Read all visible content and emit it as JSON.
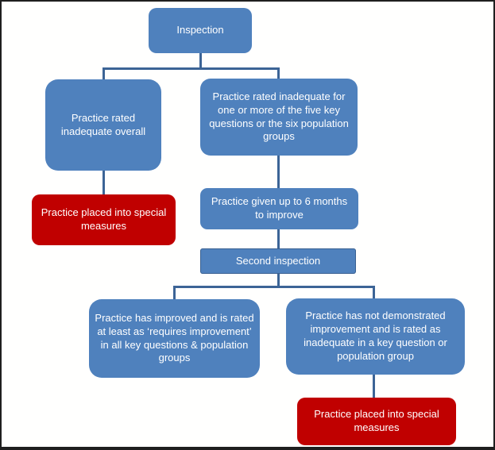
{
  "frame": {
    "border_color": "#1f1f1f",
    "background": "#ffffff"
  },
  "colors": {
    "node_blue": "#4f81bd",
    "node_red": "#c00000",
    "connector": "#3c6496",
    "text": "#ffffff"
  },
  "nodes": [
    {
      "id": "inspection",
      "label": "Inspection",
      "color": "blue"
    },
    {
      "id": "rated-inadequate-overall",
      "label": "Practice rated inadequate overall",
      "color": "blue"
    },
    {
      "id": "rated-inadequate-key-questions",
      "label": "Practice rated inadequate for one or more of the five key questions or the six population groups",
      "color": "blue"
    },
    {
      "id": "special-measures-left",
      "label": "Practice placed into special measures",
      "color": "red"
    },
    {
      "id": "six-months-to-improve",
      "label": "Practice given up to 6 months to improve",
      "color": "blue"
    },
    {
      "id": "second-inspection",
      "label": "Second inspection",
      "color": "blue"
    },
    {
      "id": "improved",
      "label": "Practice has improved and is rated at least as ‘requires improvement’ in all key questions & population groups",
      "color": "blue"
    },
    {
      "id": "not-improved",
      "label": "Practice has not demonstrated improvement and is rated as inadequate in a key question or population group",
      "color": "blue"
    },
    {
      "id": "special-measures-bottom",
      "label": "Practice placed into special measures",
      "color": "red"
    }
  ],
  "edges": [
    {
      "from": "inspection",
      "to": "rated-inadequate-overall"
    },
    {
      "from": "inspection",
      "to": "rated-inadequate-key-questions"
    },
    {
      "from": "rated-inadequate-overall",
      "to": "special-measures-left"
    },
    {
      "from": "rated-inadequate-key-questions",
      "to": "six-months-to-improve"
    },
    {
      "from": "six-months-to-improve",
      "to": "second-inspection"
    },
    {
      "from": "second-inspection",
      "to": "improved"
    },
    {
      "from": "second-inspection",
      "to": "not-improved"
    },
    {
      "from": "not-improved",
      "to": "special-measures-bottom"
    }
  ]
}
